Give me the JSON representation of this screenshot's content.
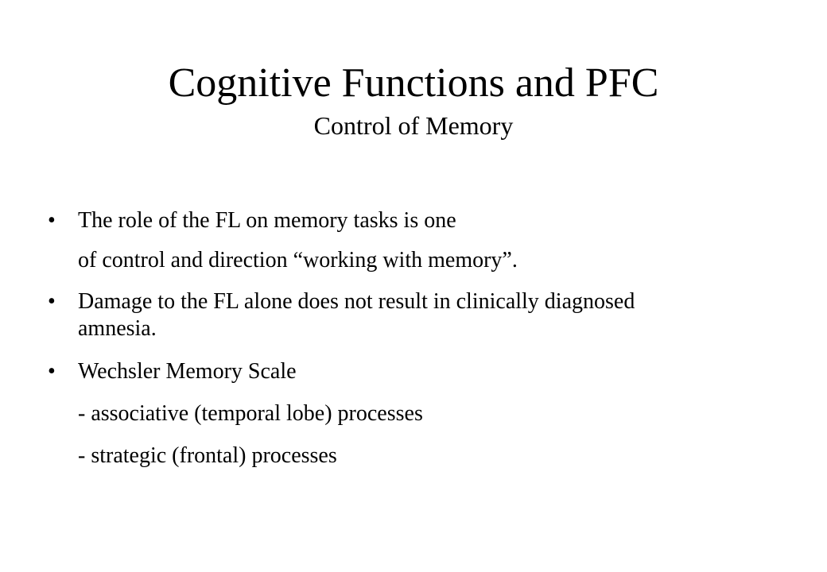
{
  "slide": {
    "title": "Cognitive Functions and PFC",
    "subtitle": "Control of Memory",
    "bullet_glyph": "•",
    "lines": [
      "The role of the FL on memory tasks is one",
      "of control and direction “working with memory”.",
      "Damage to the FL alone does not result in clinically diagnosed",
      "amnesia.",
      "Wechsler Memory Scale",
      "- associative (temporal lobe) processes",
      "- strategic (frontal) processes"
    ]
  }
}
